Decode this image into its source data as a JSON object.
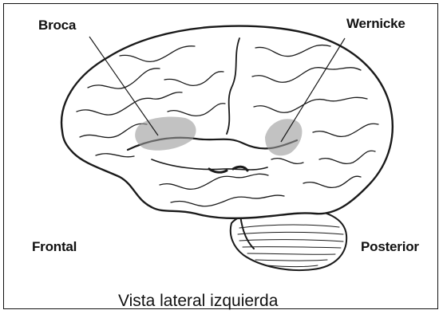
{
  "labels": {
    "broca": "Broca",
    "wernicke": "Wernicke",
    "frontal": "Frontal",
    "posterior": "Posterior"
  },
  "caption": "Vista lateral izquierda",
  "colors": {
    "outline": "#1a1a1a",
    "highlight": "#9a9a9a",
    "background": "#ffffff"
  }
}
